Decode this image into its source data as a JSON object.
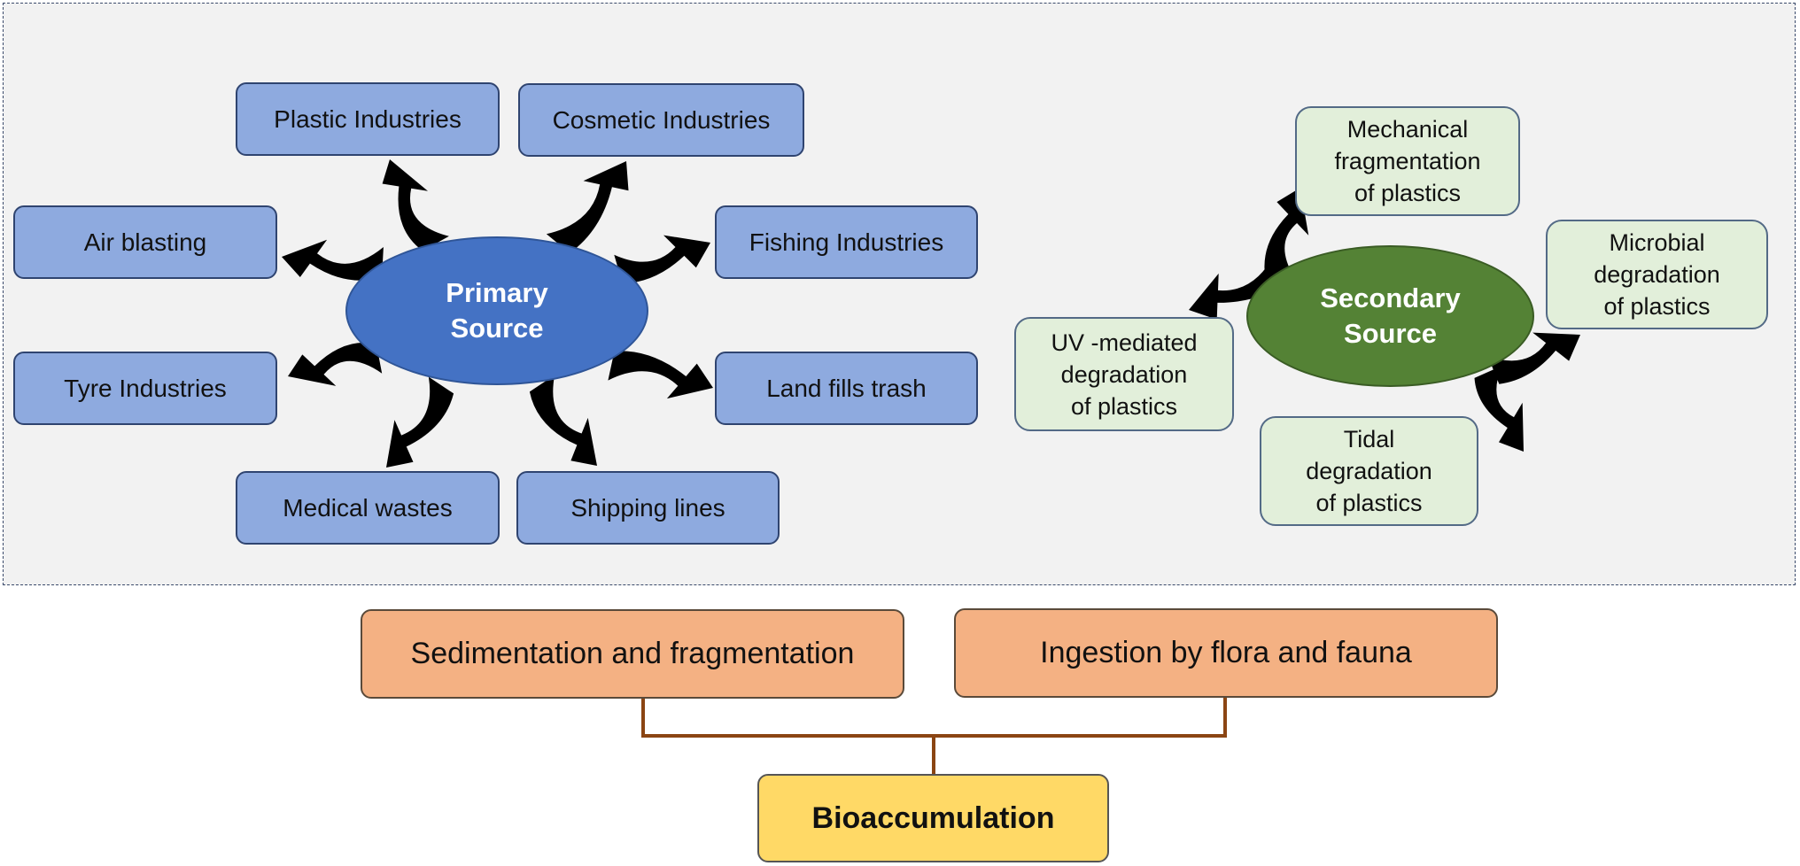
{
  "primary": {
    "center": "Primary\nSource",
    "items": {
      "plastic": "Plastic Industries",
      "cosmetic": "Cosmetic Industries",
      "air": "Air blasting",
      "fishing": "Fishing Industries",
      "tyre": "Tyre Industries",
      "landfill": "Land fills trash",
      "medical": "Medical wastes",
      "shipping": "Shipping lines"
    }
  },
  "secondary": {
    "center": "Secondary\nSource",
    "items": {
      "mechanical": "Mechanical\nfragmentation\nof plastics",
      "microbial": "Microbial\ndegradation\nof plastics",
      "uv": "UV -mediated\ndegradation\nof plastics",
      "tidal": "Tidal\ndegradation\nof plastics"
    }
  },
  "pathways": {
    "sedimentation": "Sedimentation and fragmentation",
    "ingestion": "Ingestion by flora and fauna"
  },
  "outcome": "Bioaccumulation",
  "colors": {
    "primary_node": "#4472c4",
    "primary_box": "#8eaadf",
    "secondary_node": "#548235",
    "secondary_box": "#e2efda",
    "pathway_box": "#f4b183",
    "outcome_box": "#ffd966",
    "connector": "#8b4513"
  }
}
